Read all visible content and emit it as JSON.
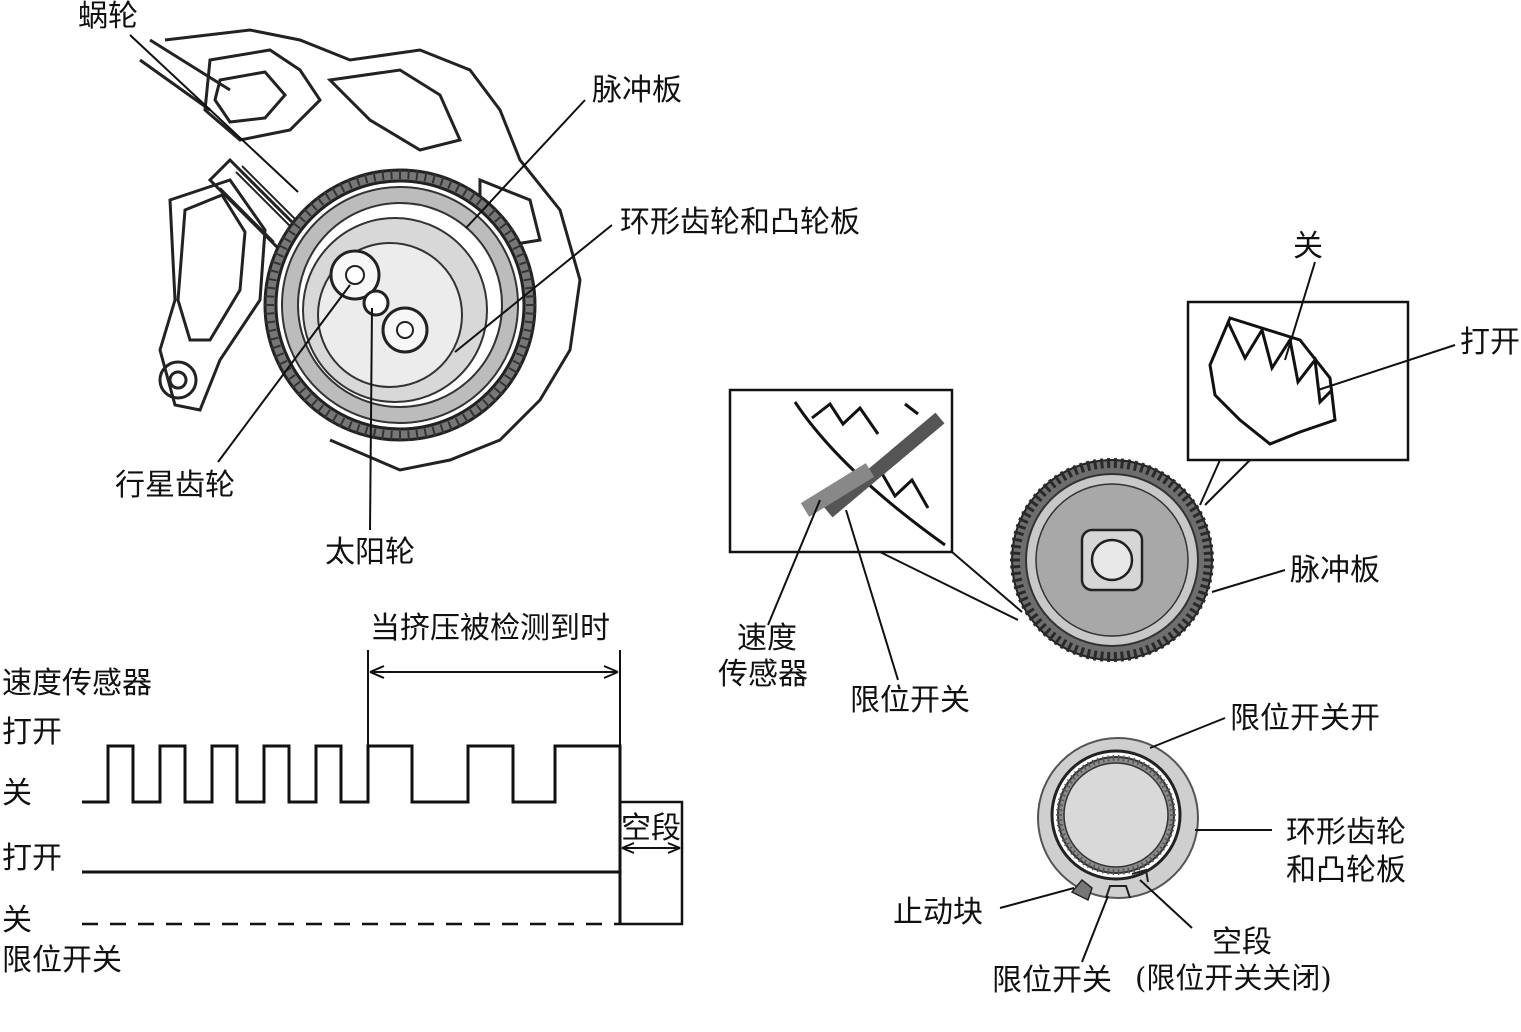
{
  "top_assembly": {
    "labels": {
      "worm_gear": "蜗轮",
      "pulse_plate": "脉冲板",
      "ring_gear_cam": "环形齿轮和凸轮板",
      "planet_gear": "行星齿轮",
      "sun_gear": "太阳轮"
    }
  },
  "timing_chart": {
    "detect_span": "当挤压被检测到时",
    "speed_sensor": "速度传感器",
    "speed_open": "打开",
    "speed_close": "关",
    "limit_open": "打开",
    "limit_close": "关",
    "limit_switch": "限位开关",
    "gap": "空段"
  },
  "pulse_detail": {
    "zoom_close": "关",
    "zoom_open": "打开",
    "speed_sensor_1": "速度",
    "speed_sensor_2": "传感器",
    "limit_switch": "限位开关",
    "pulse_plate": "脉冲板"
  },
  "ring_detail": {
    "limit_switch_on": "限位开关开",
    "ring_cam_1": "环形齿轮",
    "ring_cam_2": "和凸轮板",
    "stopper": "止动块",
    "limit_switch": "限位开关",
    "gap": "空段",
    "gap_note": "(限位开关关闭)"
  }
}
